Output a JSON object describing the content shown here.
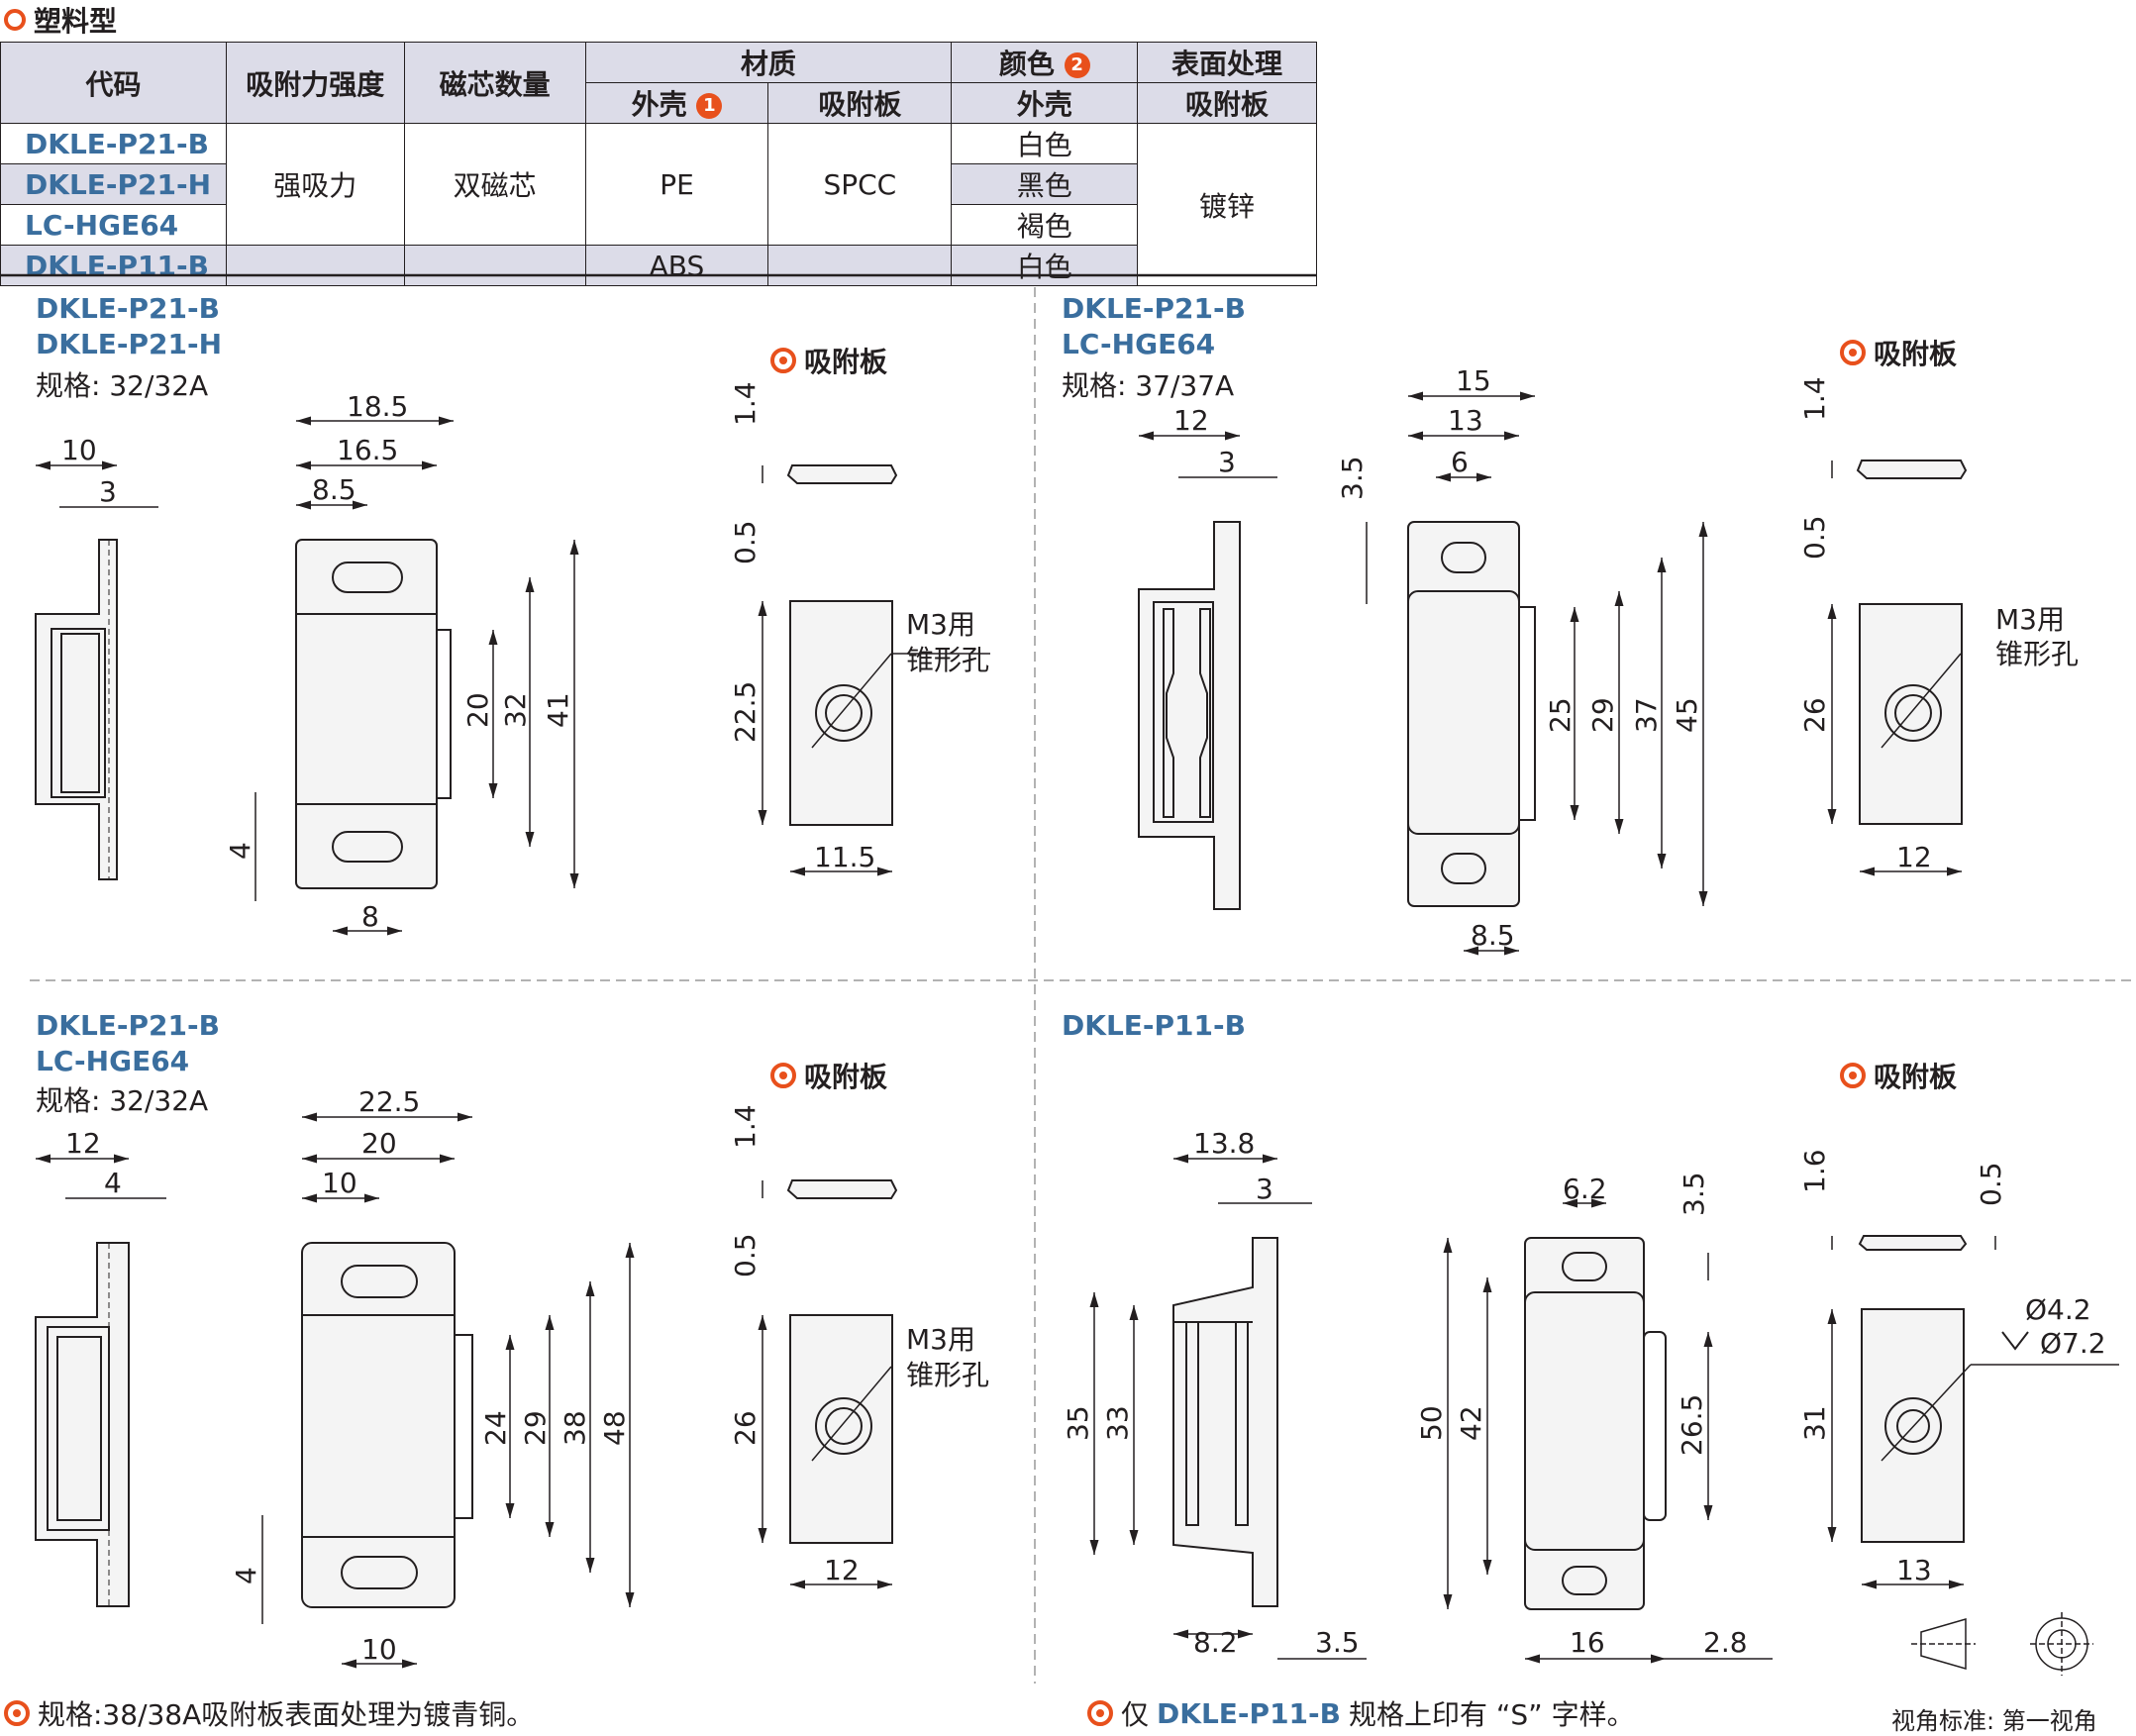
{
  "section_title": "塑料型",
  "table": {
    "headers": {
      "code": "代码",
      "strength": "吸附力强度",
      "magnets": "磁芯数量",
      "material": "材质",
      "color": "颜色",
      "surface": "表面处理",
      "shell": "外壳",
      "plate": "吸附板",
      "color_shell": "外壳",
      "surface_plate": "吸附板",
      "badge1": "1",
      "badge2": "2"
    },
    "codes": [
      "DKLE-P21-B",
      "DKLE-P21-H",
      "LC-HGE64",
      "DKLE-P11-B"
    ],
    "strength": "强吸力",
    "magnets": "双磁芯",
    "shell_material": [
      "PE",
      "ABS"
    ],
    "plate_material": "SPCC",
    "colors": [
      "白色",
      "黑色",
      "褐色",
      "白色"
    ],
    "surface": "镀锌"
  },
  "panels": {
    "tl": {
      "models": [
        "DKLE-P21-B",
        "DKLE-P21-H"
      ],
      "spec": "规格: 32/32A",
      "plate_title": "吸附板"
    },
    "tr": {
      "models": [
        "DKLE-P21-B",
        "LC-HGE64"
      ],
      "spec": "规格: 37/37A",
      "plate_title": "吸附板"
    },
    "bl": {
      "models": [
        "DKLE-P21-B",
        "LC-HGE64"
      ],
      "spec": "规格: 32/32A",
      "plate_title": "吸附板"
    },
    "br": {
      "models": [
        "DKLE-P11-B"
      ],
      "spec": "",
      "plate_title": "吸附板"
    }
  },
  "dims": {
    "tl": [
      "10",
      "3",
      "18.5",
      "16.5",
      "8.5",
      "20",
      "32",
      "41",
      "4",
      "8",
      "1.4",
      "0.5",
      "22.5",
      "11.5"
    ],
    "tr": [
      "12",
      "3",
      "15",
      "13",
      "6",
      "3.5",
      "25",
      "29",
      "37",
      "45",
      "8.5",
      "1.4",
      "0.5",
      "26",
      "12"
    ],
    "bl": [
      "12",
      "4",
      "22.5",
      "20",
      "10",
      "24",
      "29",
      "38",
      "48",
      "4",
      "10",
      "1.4",
      "0.5",
      "26",
      "12"
    ],
    "br": [
      "13.8",
      "3",
      "35",
      "33",
      "8.2",
      "3.5",
      "6.2",
      "3.5",
      "50",
      "42",
      "26.5",
      "16",
      "2.8",
      "1.6",
      "0.5",
      "Ø4.2",
      "Ø7.2",
      "31",
      "13"
    ]
  },
  "hole_label": [
    "M3用",
    "锥形孔"
  ],
  "notes": {
    "left": "规格:38/38A吸附板表面处理为镀青铜。",
    "right_pre": "仅",
    "right_code": "DKLE-P11-B",
    "right_post": "规格上印有 “S” 字样。"
  },
  "view_standard": "视角标准: 第一视角",
  "colors": {
    "accent": "#e8501c",
    "code_blue": "#3a6e9e",
    "shade": "#dcdce8"
  }
}
